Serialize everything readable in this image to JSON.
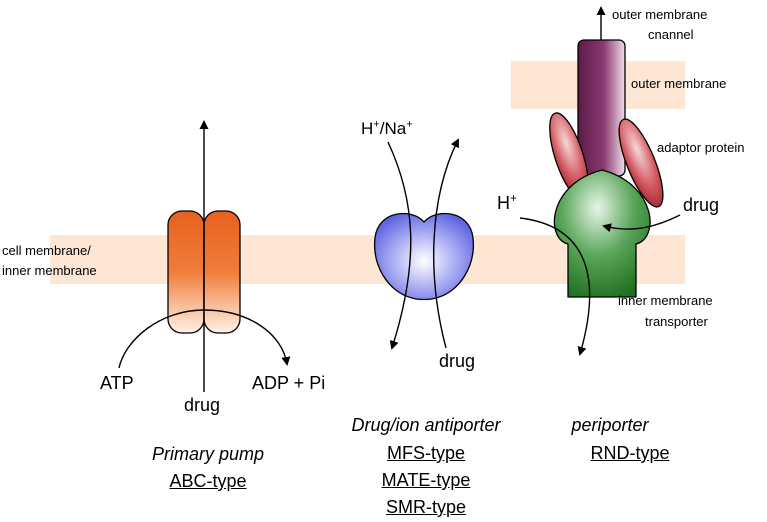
{
  "membranes": {
    "cell_membrane": "cell membrane/",
    "inner_membrane": "inner membrane",
    "outer_membrane": "outer membrane"
  },
  "abc": {
    "atp": "ATP",
    "adp": "ADP + Pi",
    "drug": "drug",
    "category": "Primary pump",
    "type": "ABC-type",
    "color": "#e8611e"
  },
  "antiporter": {
    "ion_base_1": "H",
    "ion_sup_1": "+",
    "ion_sep": "/Na",
    "ion_sup_2": "+",
    "drug": "drug",
    "category": "Drug/ion antiporter",
    "types": [
      "MFS-type",
      "MATE-type",
      "SMR-type"
    ],
    "color": "#6f74e6"
  },
  "rnd": {
    "outer_channel_1": "outer membrane",
    "outer_channel_2": "cnannel",
    "adaptor": "adaptor protein",
    "proton_base": "H",
    "proton_sup": "+",
    "drug": "drug",
    "transporter_1": "inner membrane",
    "transporter_2": "transporter",
    "category": "periporter",
    "type": "RND-type",
    "channel_color": "#7a2a5e",
    "adaptor_color": "#c03a45",
    "transporter_color": "#2e8a2e"
  },
  "membrane_color": "#fde6d3"
}
